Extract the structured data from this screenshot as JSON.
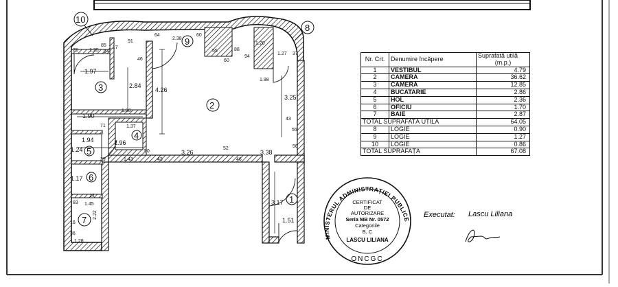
{
  "plan": {
    "dimensions": {
      "d1": "1.25",
      "d2": "85",
      "d3": "94",
      "d4": "1.17",
      "d5": "91",
      "d6": "46",
      "d7": "1.97",
      "d8": "2.84",
      "d9": "1.90",
      "d10": "1.80",
      "d11": "71",
      "d12": "1.37",
      "d13": "1.94",
      "d14": "1.96",
      "d15": "1.24",
      "d16": "39",
      "d17": "1.43",
      "d18": "1.17",
      "d19": "83",
      "d20": "14",
      "d21": "1.45",
      "d22": "2.22",
      "d23": "16",
      "d24": "36",
      "d25": "1.28",
      "d26": "64",
      "d27": "2.38",
      "d28": "60",
      "d29": "55",
      "d30": "60",
      "d31": "88",
      "d32": "94",
      "d33": "1.20",
      "d34": "1.27",
      "d35": "37",
      "d36": "1.98",
      "d37": "4.26",
      "d38": "3.25",
      "d39": "43",
      "d40": "55",
      "d41": "56",
      "d42": "50",
      "d43": "3.26",
      "d44": "52",
      "d45": "3.38",
      "d46": "43",
      "d47": "46",
      "d48": "3.17",
      "d49": "1.51",
      "d50": "25"
    },
    "rooms": {
      "r1": "1",
      "r2": "2",
      "r3": "3",
      "r4": "4",
      "r5": "5",
      "r6": "6",
      "r7": "7",
      "r8": "8",
      "r9": "9",
      "r10": "10"
    }
  },
  "table": {
    "headers": {
      "nr": "Nr. Crt.",
      "name": "Denumire încăpere",
      "area": "Suprafată utilă",
      "unit": "(m.p.)"
    },
    "rows": [
      {
        "nr": "1",
        "name": "VESTIBUL",
        "area": "4.79"
      },
      {
        "nr": "2",
        "name": "CAMERA",
        "area": "36.62"
      },
      {
        "nr": "3",
        "name": "CAMERA",
        "area": "12.85"
      },
      {
        "nr": "4",
        "name": "BUCATARIE",
        "area": "2.86"
      },
      {
        "nr": "5",
        "name": "HOL",
        "area": "2.36"
      },
      {
        "nr": "6",
        "name": "OFICIU",
        "area": "1.70"
      },
      {
        "nr": "7",
        "name": "BAIE",
        "area": "2.87"
      }
    ],
    "total_util": {
      "label": "TOTAL SUPRAFATĂ UTILA",
      "area": "64.05"
    },
    "logii": [
      {
        "nr": "8",
        "name": "LOGIE",
        "area": "0.90"
      },
      {
        "nr": "9",
        "name": "LOGIE",
        "area": "1.27"
      },
      {
        "nr": "10",
        "name": "LOGIE",
        "area": "0.86"
      }
    ],
    "total": {
      "label": "TOTAL SUPRAFAȚĂ",
      "area": "67.08"
    }
  },
  "stamp": {
    "ring_text": "MINISTERUL ADMINISTRAȚIEI PUBLICE",
    "bottom_text": "ONCGC",
    "line1": "CERTIFICAT",
    "line2": "DE",
    "line3": "AUTORIZARE",
    "line4": "Seria MB Nr. 0572",
    "line5": "Categoriile",
    "line6": "B, C",
    "line7": "LASCU LILIANA"
  },
  "executed": {
    "label": "Executat:",
    "name": "Lascu Liliana"
  },
  "colors": {
    "ink": "#111111",
    "paper": "#ffffff"
  }
}
